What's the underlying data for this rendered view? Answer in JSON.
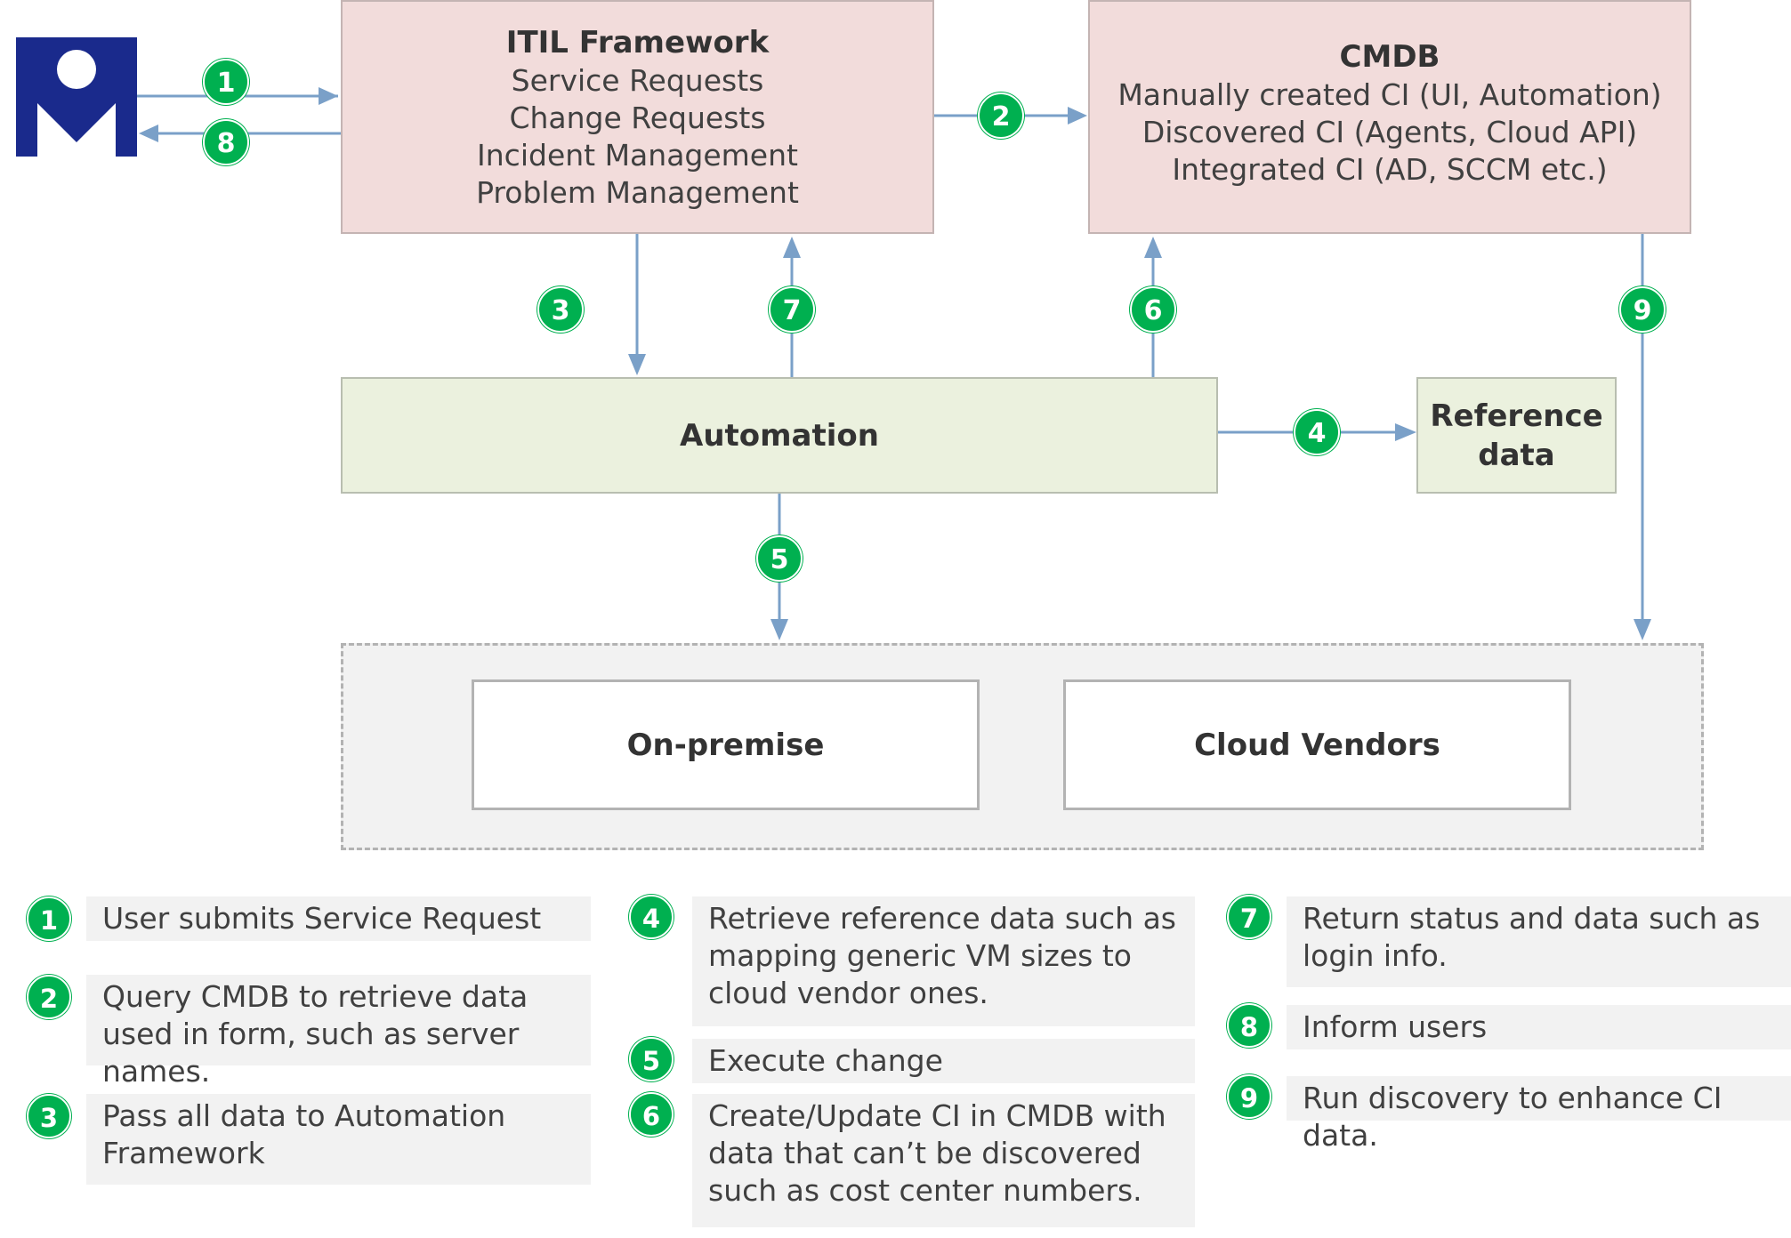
{
  "user_icon": "user-icon",
  "itil": {
    "title": "ITIL Framework",
    "lines": [
      "Service Requests",
      "Change Requests",
      "Incident Management",
      "Problem Management"
    ]
  },
  "cmdb": {
    "title": "CMDB",
    "lines": [
      "Manually created CI (UI, Automation)",
      "Discovered CI (Agents, Cloud API)",
      "Integrated CI (AD, SCCM etc.)"
    ]
  },
  "automation": {
    "title": "Automation"
  },
  "reference": {
    "title_line1": "Reference",
    "title_line2": "data"
  },
  "on_premise": {
    "title": "On-premise"
  },
  "cloud_vendors": {
    "title": "Cloud Vendors"
  },
  "badges": [
    "1",
    "2",
    "3",
    "4",
    "5",
    "6",
    "7",
    "8",
    "9"
  ],
  "legend": [
    {
      "num": "1",
      "text": "User submits Service Request"
    },
    {
      "num": "2",
      "text": "Query CMDB to retrieve data used in form, such as server names."
    },
    {
      "num": "3",
      "text": "Pass all data to Automation Framework"
    },
    {
      "num": "4",
      "text": "Retrieve reference data such as mapping generic VM sizes to cloud vendor ones."
    },
    {
      "num": "5",
      "text": "Execute change"
    },
    {
      "num": "6",
      "text": "Create/Update CI in CMDB with data that can’t be discovered such as cost center numbers."
    },
    {
      "num": "7",
      "text": "Return status and data such as login info."
    },
    {
      "num": "8",
      "text": "Inform users"
    },
    {
      "num": "9",
      "text": "Run discovery to enhance CI data."
    }
  ],
  "colors": {
    "badge": "#00b050",
    "arrow": "#7aa0c8",
    "pink_fill": "#f2dcdb",
    "green_fill": "#ebf1de",
    "logo": "#1a2a8c",
    "legend_fill": "#f2f2f2"
  }
}
